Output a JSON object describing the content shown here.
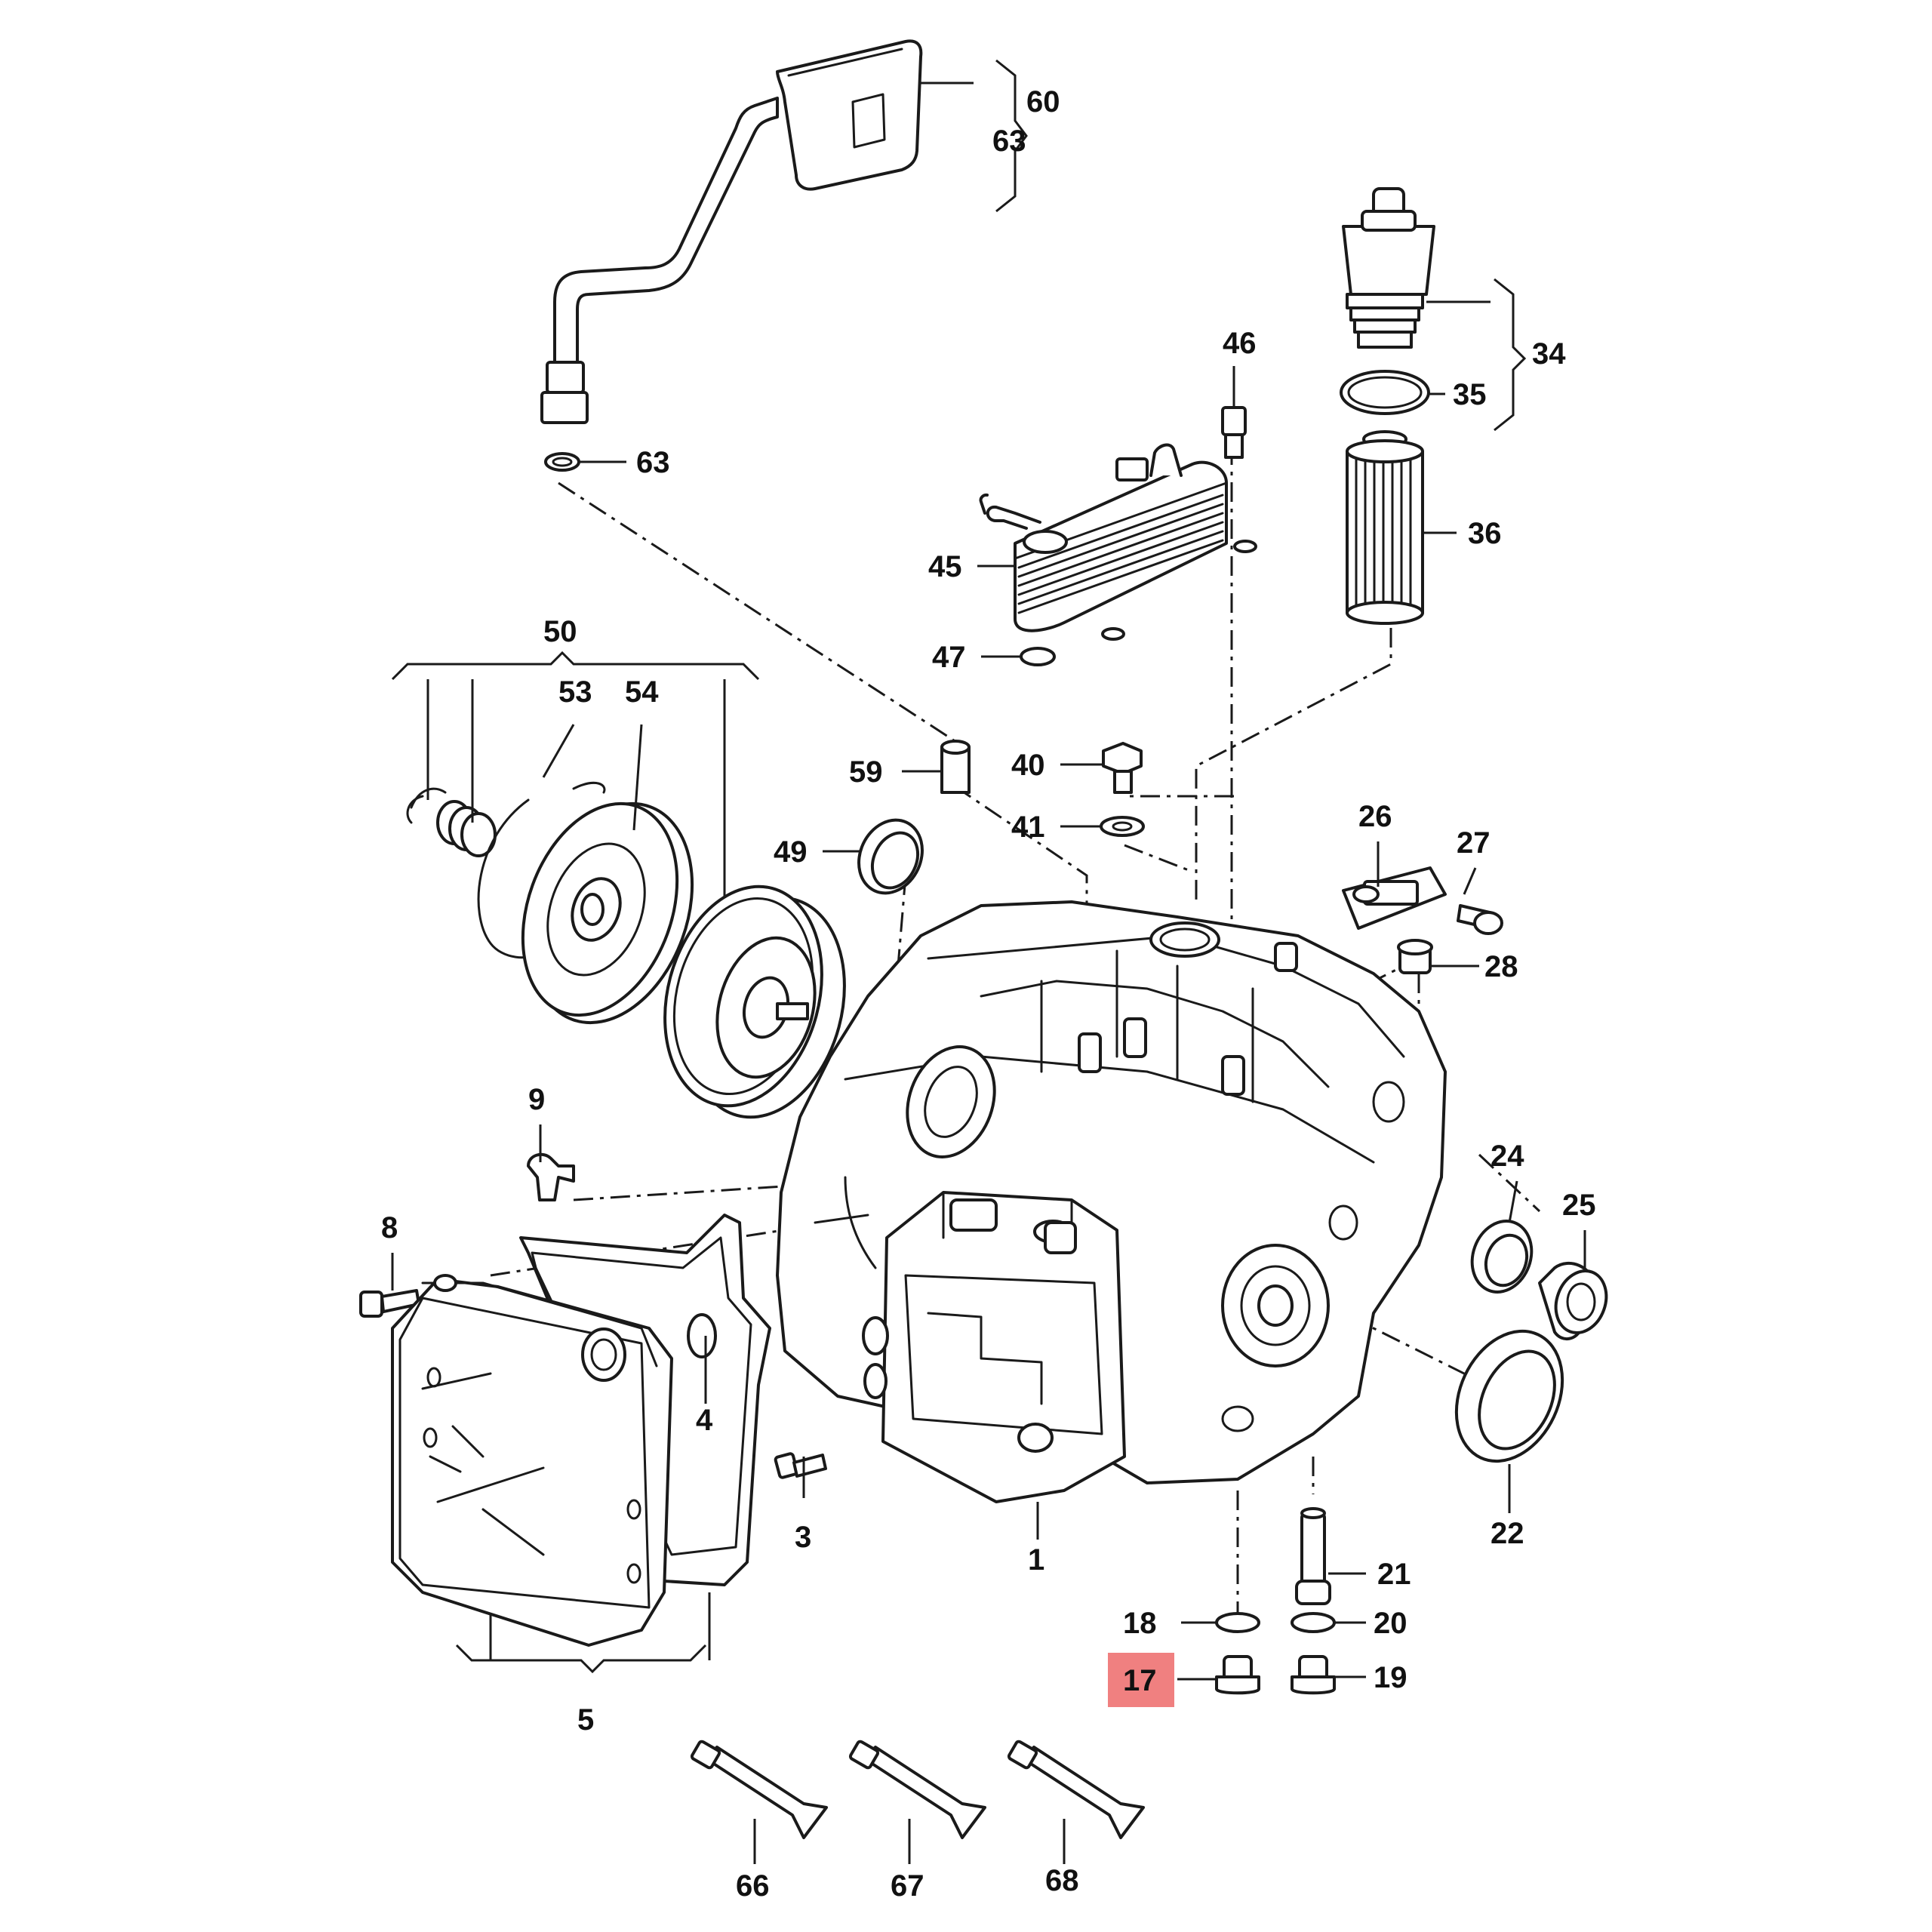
{
  "callouts": {
    "c1": "1",
    "c3": "3",
    "c4": "4",
    "c5": "5",
    "c8": "8",
    "c9": "9",
    "c17": "17",
    "c18": "18",
    "c19": "19",
    "c20": "20",
    "c21": "21",
    "c22": "22",
    "c24": "24",
    "c25": "25",
    "c26": "26",
    "c27": "27",
    "c28": "28",
    "c34": "34",
    "c35": "35",
    "c36": "36",
    "c40": "40",
    "c41": "41",
    "c45": "45",
    "c46": "46",
    "c47": "47",
    "c49": "49",
    "c50": "50",
    "c53": "53",
    "c54": "54",
    "c59": "59",
    "c60": "60",
    "c63a": "63",
    "c63b": "63",
    "c66": "66",
    "c67": "67",
    "c68": "68"
  },
  "highlight": {
    "callout": "17",
    "color": "#f08080"
  }
}
